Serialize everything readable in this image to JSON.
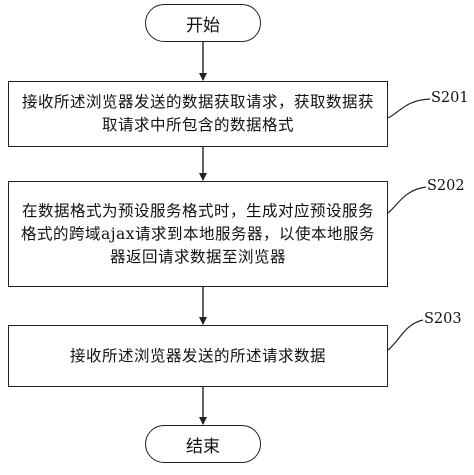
{
  "flowchart": {
    "start": "开始",
    "end": "结束",
    "steps": [
      {
        "label": "S201",
        "text": "接收所述浏览器发送的数据获取请求，获取数据获取请求中所包含的数据格式"
      },
      {
        "label": "S202",
        "text": "在数据格式为预设服务格式时，生成对应预设服务格式的跨域ajax请求到本地服务器，以使本地服务器返回请求数据至浏览器"
      },
      {
        "label": "S203",
        "text": "接收所述浏览器发送的所述请求数据"
      }
    ]
  }
}
